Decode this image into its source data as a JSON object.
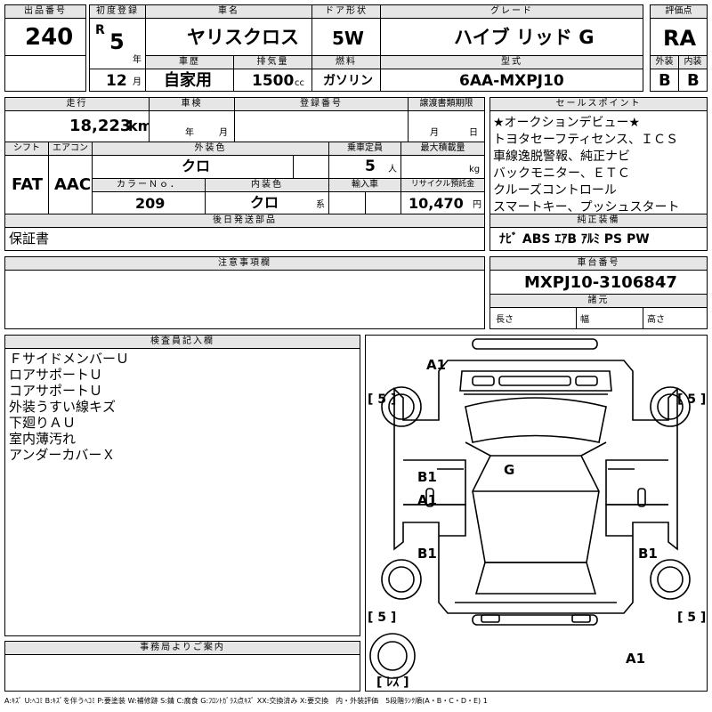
{
  "headers": {
    "lot": "出品番号",
    "first_reg": "初度登録",
    "car_name": "車名",
    "door": "ドア形状",
    "grade": "グレード",
    "score": "評価点",
    "history": "車歴",
    "displacement": "排気量",
    "fuel": "燃料",
    "model": "型式",
    "exterior": "外装",
    "interior": "内装",
    "mileage": "走行",
    "inspection": "車検",
    "registration": "登録番号",
    "transfer_doc": "譲渡書類期限",
    "sales_point": "セールスポイント",
    "shift": "シフト",
    "aircon": "エアコン",
    "ext_color": "外装色",
    "capacity": "乗車定員",
    "max_load": "最大積載量",
    "color_no": "カラーＮｏ．",
    "int_color": "内装色",
    "import": "輸入車",
    "recycle": "リサイクル預託金",
    "later_parts": "後日発送部品",
    "standard_equip": "純正装備",
    "notes": "注意事項欄",
    "chassis": "車台番号",
    "dimensions": "諸元",
    "inspector": "検査員記入欄",
    "office": "事務局よりご案内"
  },
  "vehicle": {
    "lot_no": "240",
    "era": "R",
    "year": "5",
    "year_unit": "年",
    "month": "12",
    "month_unit": "月",
    "name": "ヤリスクロス",
    "door": "5W",
    "grade": "ハイブ リッド G",
    "score": "RA",
    "history": "自家用",
    "displacement": "1500",
    "displacement_unit": "cc",
    "fuel": "ガソリン",
    "model": "6AA-MXPJ10",
    "exterior_grade": "B",
    "interior_grade": "B",
    "mileage": "18,223",
    "mileage_unit": "km",
    "inspection_year_unit": "年",
    "inspection_month_unit": "月",
    "transfer_month_unit": "月",
    "transfer_day_unit": "日",
    "shift": "FAT",
    "aircon": "AAC",
    "ext_color": "クロ",
    "capacity": "5",
    "capacity_unit": "人",
    "max_load_unit": "kg",
    "color_no": "209",
    "int_color": "クロ",
    "int_color_unit": "系",
    "recycle": "10,470",
    "recycle_unit": "円",
    "later_parts": "保証書",
    "chassis_no": "MXPJ10-3106847",
    "length_label": "長さ",
    "width_label": "幅",
    "height_label": "高さ"
  },
  "sales_points": [
    "★オークションデビュー★",
    "トヨタセーフティセンス、ＩＣＳ",
    "車線逸脱警報、純正ナビ",
    "バックモニター、ＥＴＣ",
    "クルーズコントロール",
    "スマートキー、プッシュスタート"
  ],
  "standard_equipment": "ﾅﾋﾞ ABS ｴｱB ｱﾙﾐ PS PW",
  "inspector_notes": [
    "ＦサイドメンバーＵ",
    "ロアサポートＵ",
    "コアサポートＵ",
    "外装うすい線キズ",
    "下廻りＡＵ",
    "室内薄汚れ",
    "アンダーカバーＸ"
  ],
  "diagram": {
    "marks": [
      "A1",
      "G",
      "B1",
      "A1",
      "B1",
      "B1",
      "A1"
    ],
    "tread_fl": "[ 5 ]",
    "tread_fr": "[ 5 ]",
    "tread_rl": "[ 5 ]",
    "tread_rr": "[ 5 ]",
    "spare": "[ ﾚｽ ]"
  },
  "legend": "A:ｷｽﾞ U:ﾍｺﾐ B:ｷｽﾞを伴うﾍｺﾐ P:要塗装 W:補修跡 S:錆 C:腐食 G:ﾌﾛﾝﾄｶﾞﾗｽ点ｷｽﾞ XX:交換済み X:要交換　内・外装評価　5段階ﾗﾝｸ順(A・B・C・D・E) 1"
}
